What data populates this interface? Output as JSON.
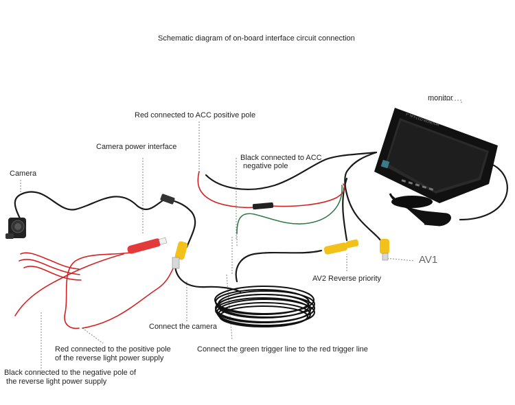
{
  "title": "Schematic diagram of on-board interface circuit connection",
  "labels": {
    "monitor": "monitor",
    "red_acc": "Red connected to ACC positive pole",
    "camera_power": "Camera power interface",
    "black_acc_1": "Black connected to ACC",
    "black_acc_2": "negative pole",
    "camera": "Camera",
    "av1": "AV1",
    "av2": "AV2 Reverse priority",
    "connect_camera": "Connect the camera",
    "red_reverse_1": "Red connected to the positive pole",
    "red_reverse_2": "of the reverse light power supply",
    "green_trigger": "Connect the green trigger line to the red trigger line",
    "black_reverse_1": "Black connected to the negative pole of",
    "black_reverse_2": " the reverse light power supply"
  },
  "monitor_screen_text": "7\" TFT-LCD MONITOR",
  "colors": {
    "black_cable": "#1a1a1a",
    "red_wire": "#d42020",
    "green_wire": "#2f7a45",
    "rca_yellow": "#f2c21b",
    "rca_red": "#e23a3a",
    "leader_line": "#9a9a9a"
  }
}
